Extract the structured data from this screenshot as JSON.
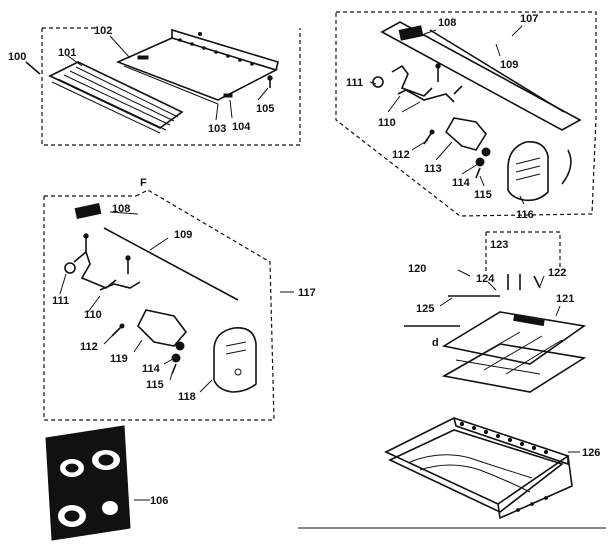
{
  "labels": {
    "l100": "100",
    "l101": "101",
    "l102": "102",
    "l103": "103",
    "l104": "104",
    "l105": "105",
    "l106": "106",
    "l107": "107",
    "l108a": "108",
    "l109a": "109",
    "l110a": "110",
    "l111a": "111",
    "l112a": "112",
    "l113": "113",
    "l114a": "114",
    "l115a": "115",
    "l116": "116",
    "l108b": "108",
    "l109b": "109",
    "l111b": "111",
    "l110b": "110",
    "l117": "117",
    "l112b": "112",
    "l119": "119",
    "l114b": "114",
    "l115b": "115",
    "l118": "118",
    "l120": "120",
    "l123": "123",
    "l124": "124",
    "l122": "122",
    "l125": "125",
    "l121": "121",
    "l126": "126",
    "lF": "F",
    "ld": "d"
  }
}
